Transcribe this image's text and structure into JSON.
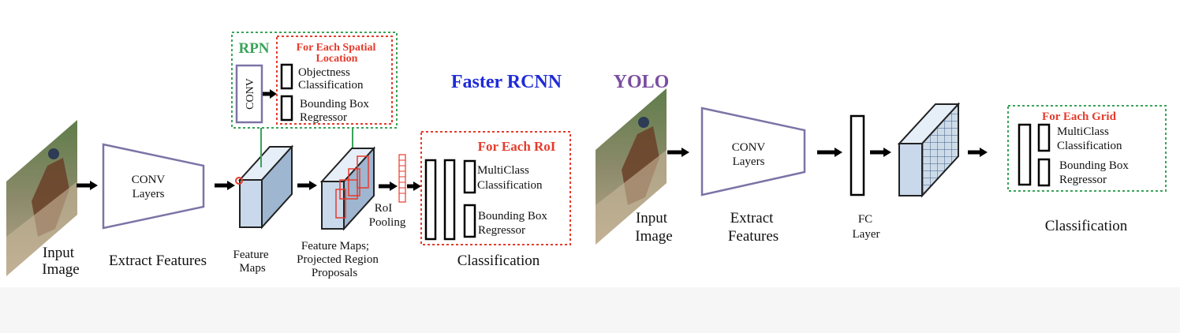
{
  "colors": {
    "accent_red": "#e53b2c",
    "accent_green": "#3aa35a",
    "faster_rcnn_blue": "#1f2bd8",
    "yolo_purple": "#7a4da0",
    "trapezoid_stroke": "#7d73a6",
    "box_face": "#c9d8ea",
    "footer_bg": "#f6f6f6"
  },
  "faster_rcnn": {
    "title": "Faster RCNN",
    "input_label_1": "Input",
    "input_label_2": "Image",
    "conv_label_1": "CONV",
    "conv_label_2": "Layers",
    "extract_label": "Extract Features",
    "feature_maps_1": "Feature",
    "feature_maps_2": "Maps",
    "projected_1": "Feature Maps;",
    "projected_2": "Projected Region",
    "projected_3": "Proposals",
    "roi_pool_1": "RoI",
    "roi_pool_2": "Pooling",
    "rpn": {
      "title": "RPN",
      "conv": "CONV",
      "spatial_1": "For Each Spatial",
      "spatial_2": "Location",
      "obj_1": "Objectness",
      "obj_2": "Classification",
      "bbox_1": "Bounding Box",
      "bbox_2": "Regressor"
    },
    "roi_box": {
      "title": "For Each RoI",
      "multi_1": "MultiClass",
      "multi_2": "Classification",
      "bbox_1": "Bounding Box",
      "bbox_2": "Regressor"
    },
    "classification": "Classification"
  },
  "yolo": {
    "title": "YOLO",
    "input_label_1": "Input",
    "input_label_2": "Image",
    "conv_label_1": "CONV",
    "conv_label_2": "Layers",
    "extract_1": "Extract",
    "extract_2": "Features",
    "fc_1": "FC",
    "fc_2": "Layer",
    "grid_box": {
      "title": "For Each Grid",
      "multi_1": "MultiClass",
      "multi_2": "Classification",
      "bbox_1": "Bounding Box",
      "bbox_2": "Regressor"
    },
    "classification": "Classification"
  }
}
